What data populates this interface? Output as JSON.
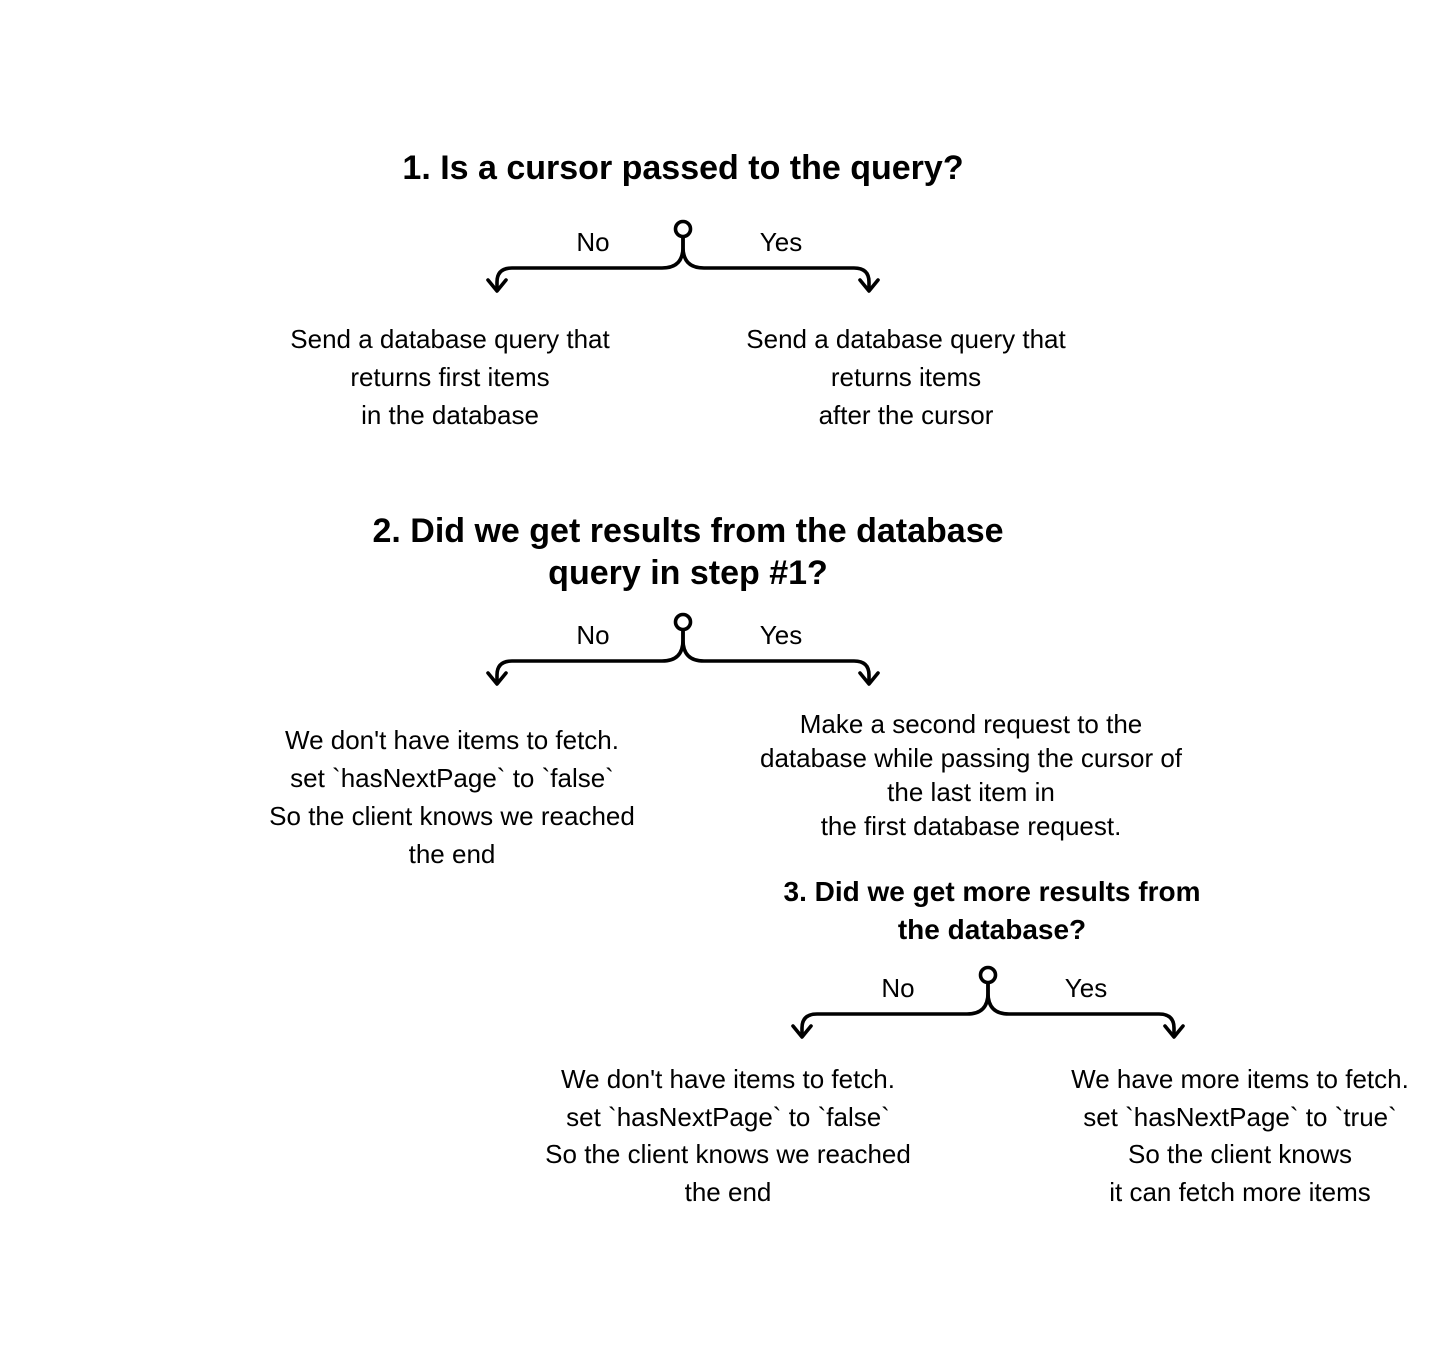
{
  "colors": {
    "background": "#ffffff",
    "ink": "#000000"
  },
  "step1": {
    "title": "1. Is a cursor passed to the query?",
    "no_label": "No",
    "yes_label": "Yes",
    "no_text": [
      "Send a database query that",
      "returns first items",
      "in the database"
    ],
    "yes_text": [
      "Send a database query that",
      "returns items",
      "after the cursor"
    ]
  },
  "step2": {
    "title_lines": [
      "2. Did we get results from the database",
      "query in step #1?"
    ],
    "no_label": "No",
    "yes_label": "Yes",
    "no_text": [
      "We don't have items to fetch.",
      "set `hasNextPage` to `false`",
      "So the client knows we reached",
      "the end"
    ],
    "yes_text": [
      "Make a second request to the",
      "database while passing the cursor of",
      "the last item in",
      "the first database request."
    ]
  },
  "step3": {
    "title_lines": [
      "3. Did we get more results from",
      "the database?"
    ],
    "no_label": "No",
    "yes_label": "Yes",
    "no_text": [
      "We don't have items to fetch.",
      "set `hasNextPage` to `false`",
      "So the client knows we reached",
      "the end"
    ],
    "yes_text": [
      "We have more items to fetch.",
      "set `hasNextPage` to `true`",
      "So the client knows",
      "it can fetch more items"
    ]
  }
}
